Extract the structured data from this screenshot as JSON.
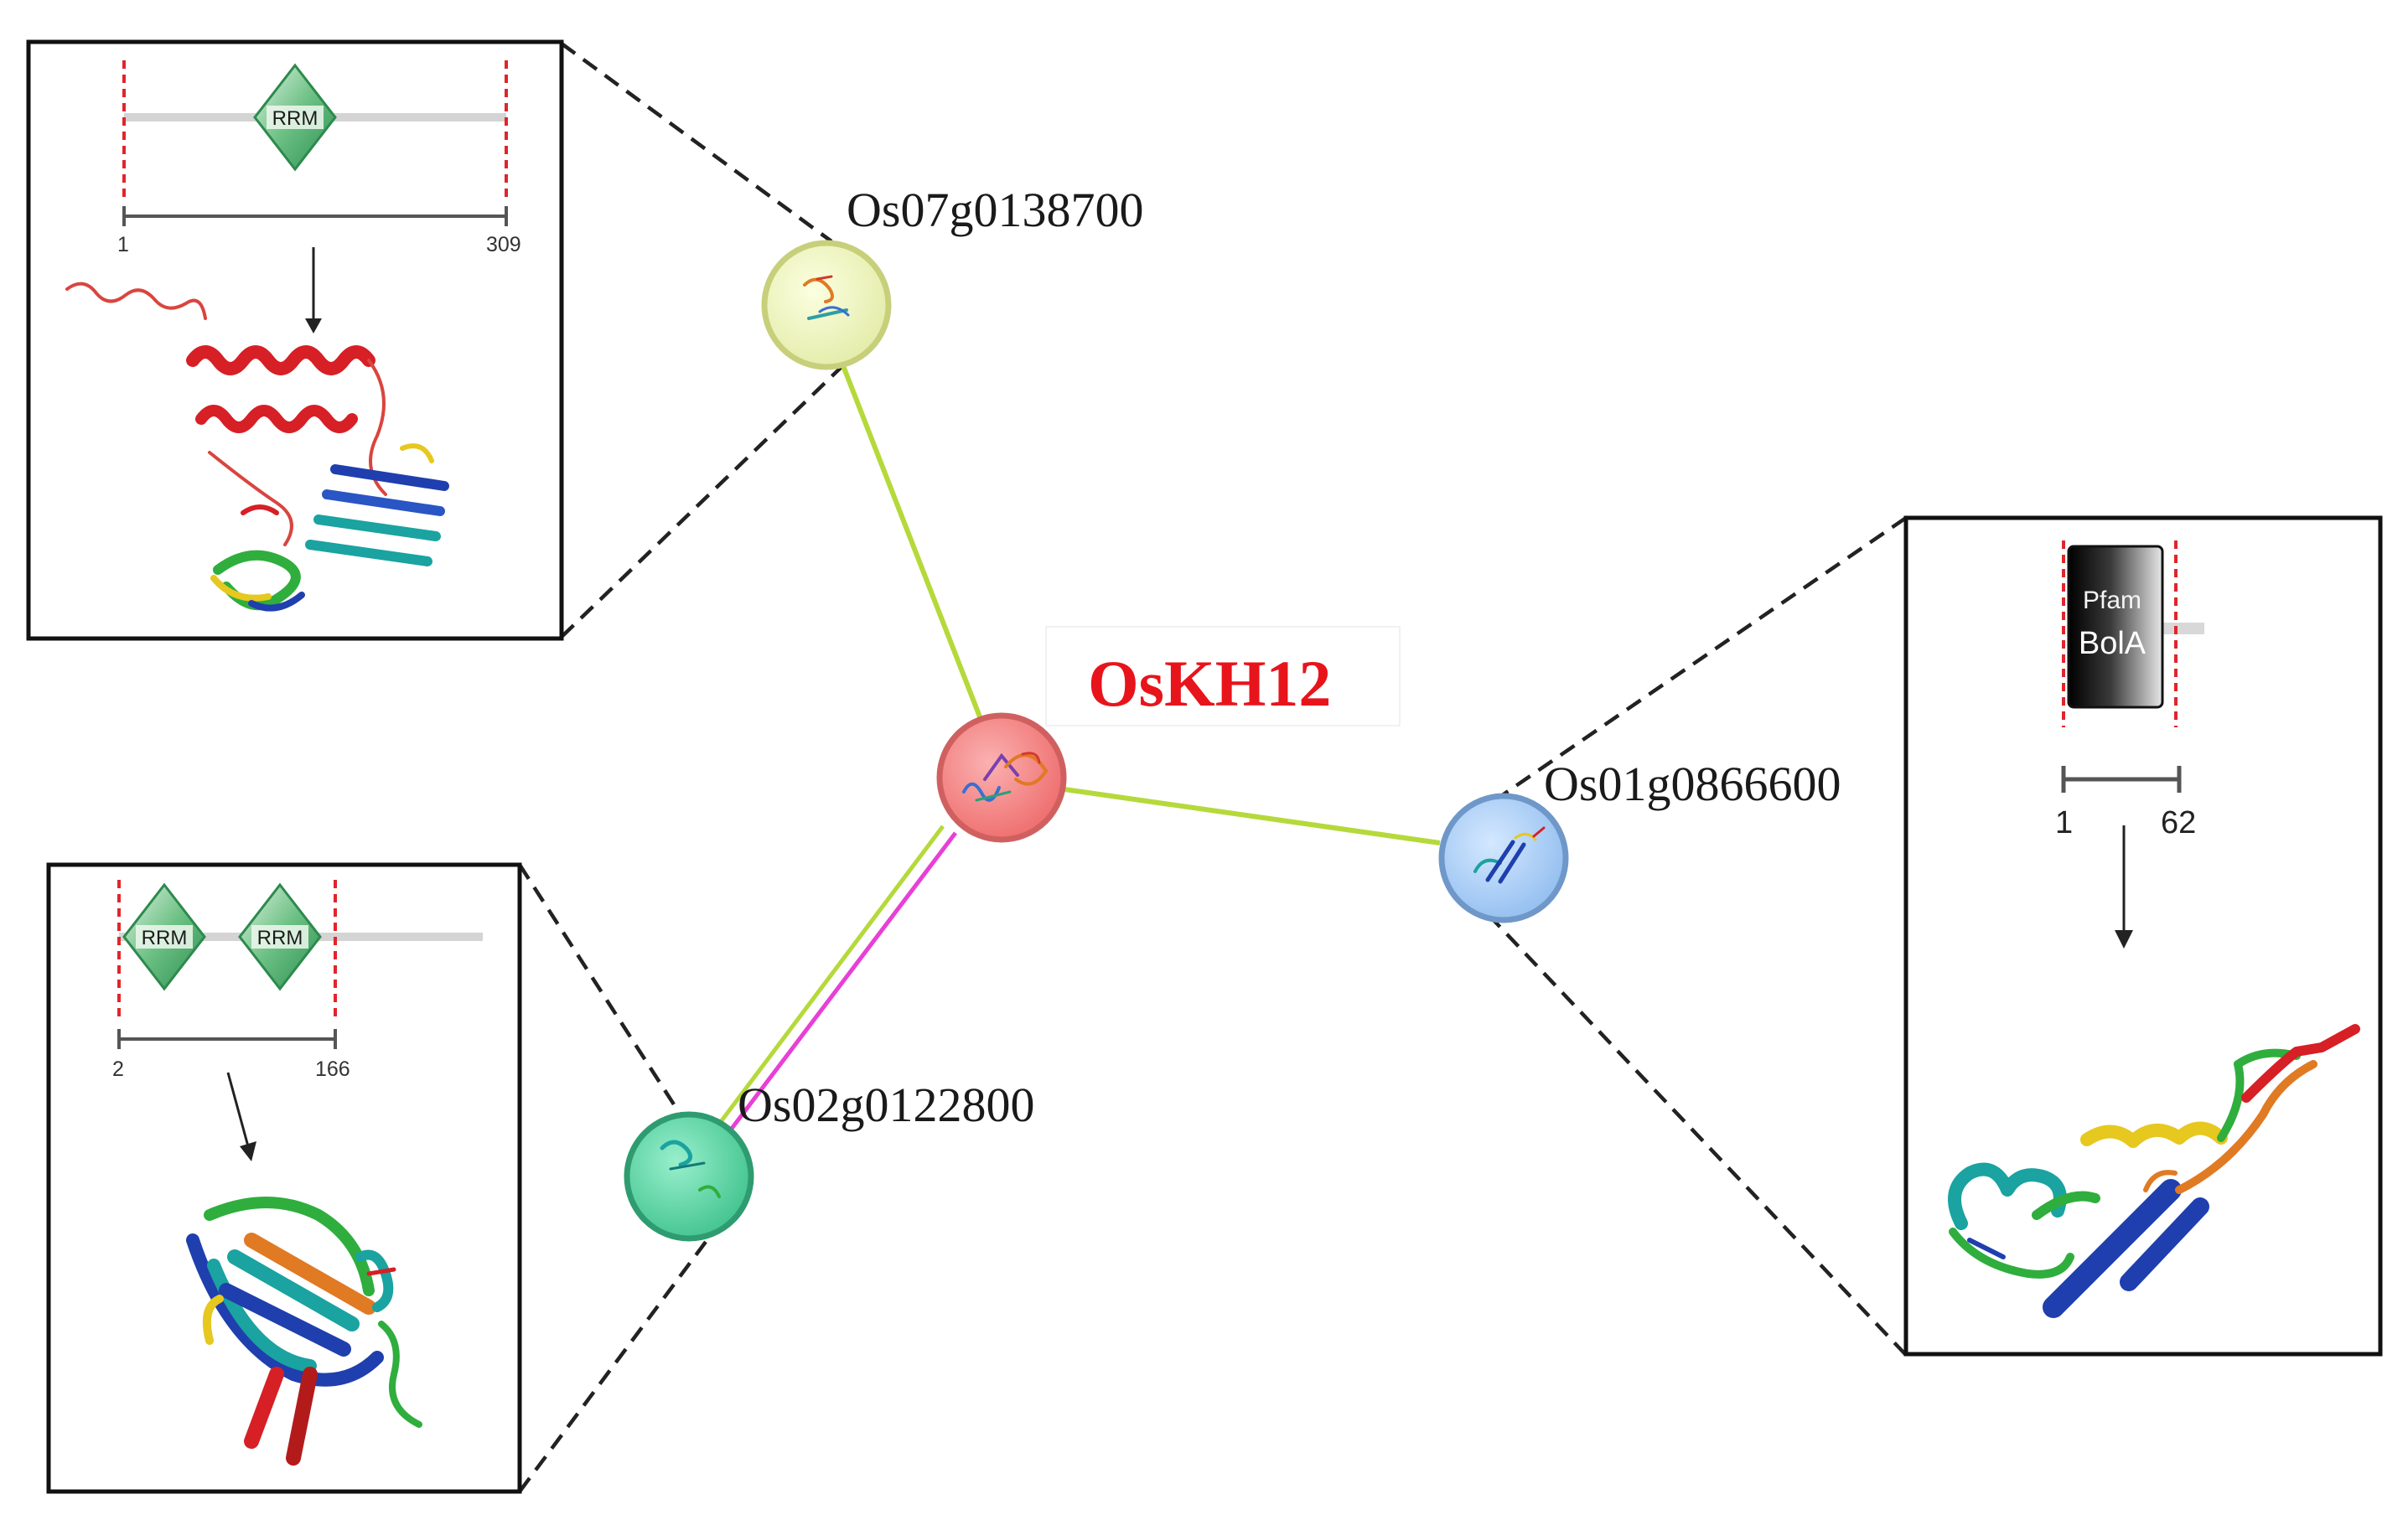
{
  "network": {
    "center": {
      "name": "OsKH12",
      "color": "#f08080"
    },
    "nodes": [
      {
        "id": "Os07g0138700",
        "label": "Os07g0138700",
        "color": "#eaf2b0",
        "panel": {
          "domains": [
            "RRM"
          ],
          "range_start": "1",
          "range_end": "309"
        }
      },
      {
        "id": "Os02g0122800",
        "label": "Os02g0122800",
        "color": "#5ed3a2",
        "panel": {
          "domains": [
            "RRM",
            "RRM"
          ],
          "range_start": "2",
          "range_end": "166"
        }
      },
      {
        "id": "Os01g0866600",
        "label": "Os01g0866600",
        "color": "#9cc3ec",
        "panel": {
          "pfam_tag": "Pfam",
          "pfam_name": "BolA",
          "range_start": "1",
          "range_end": "62"
        }
      }
    ],
    "edge_colors": {
      "green": "#b5d93b",
      "magenta": "#e83fd6"
    }
  },
  "colors": {
    "domain_fill": "#4fae6e",
    "dashed_marker": "#e0252b",
    "helix_red": "#d71f26",
    "helix_blue": "#1f3fae",
    "helix_cyan": "#1aa3a0"
  }
}
